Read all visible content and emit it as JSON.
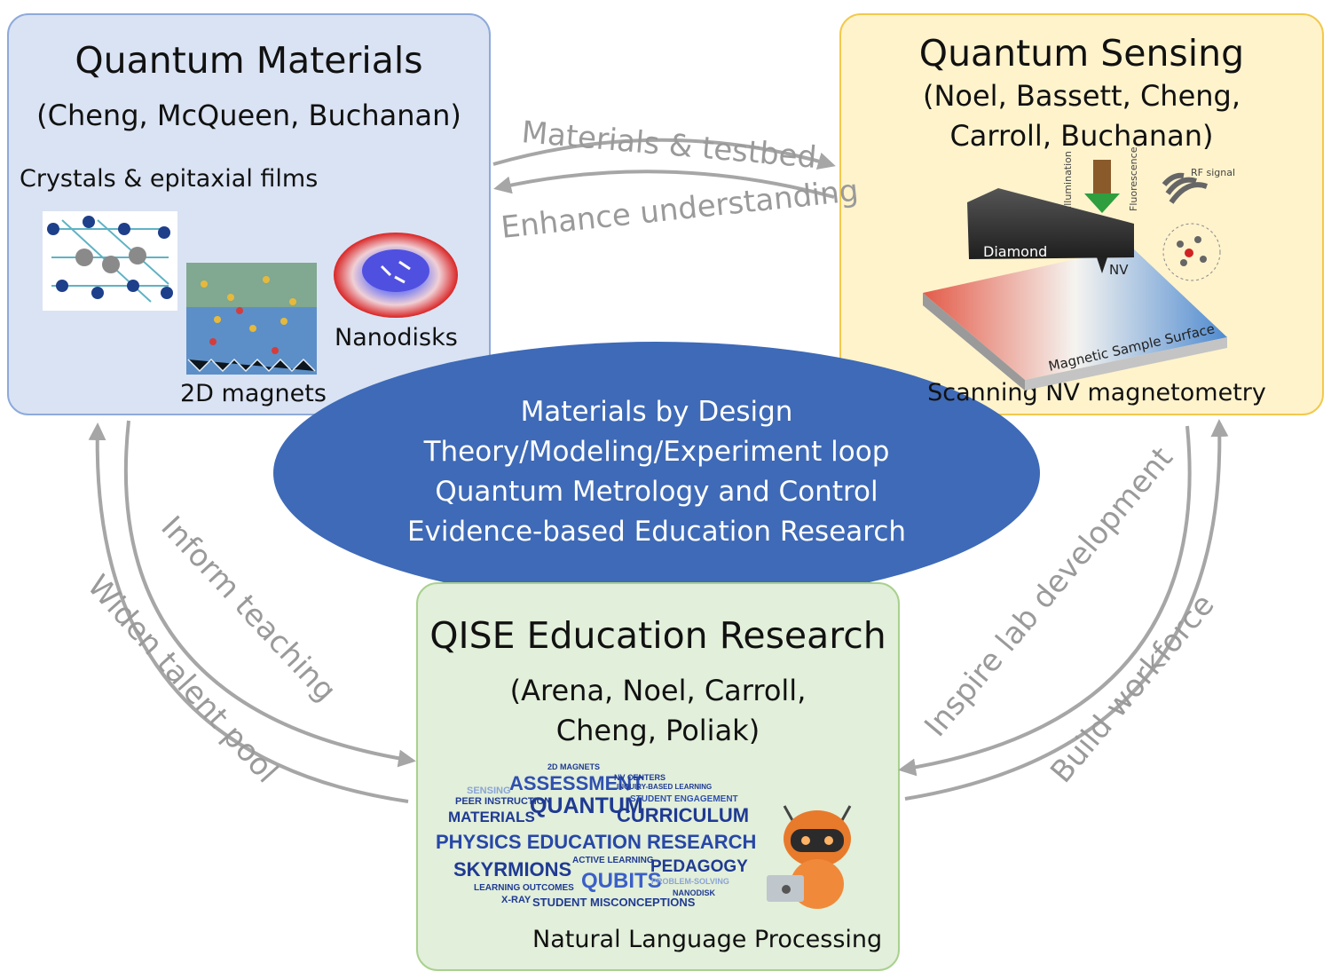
{
  "quantum_materials": {
    "title": "Quantum Materials",
    "people": "(Cheng, McQueen, Buchanan)",
    "subtitle": "Crystals & epitaxial films",
    "label_2d": "2D magnets",
    "label_nanodisks": "Nanodisks"
  },
  "quantum_sensing": {
    "title": "Quantum Sensing",
    "people_line1": "(Noel, Bassett, Cheng,",
    "people_line2": "Carroll, Buchanan)",
    "caption": "Scanning NV magnetometry",
    "label_diamond": "Diamond",
    "label_nv": "NV",
    "label_illumination": "Illumination",
    "label_fluorescence": "Fluorescence",
    "label_rf": "RF signal",
    "label_surface": "Magnetic Sample Surface"
  },
  "education": {
    "title": "QISE Education Research",
    "people_line1": "(Arena, Noel, Carroll,",
    "people_line2": "Cheng, Poliak)",
    "caption": "Natural Language Processing"
  },
  "center": {
    "line1": "Materials by Design",
    "line2": "Theory/Modeling/Experiment loop",
    "line3": "Quantum Metrology and Control",
    "line4": "Evidence-based Education Research"
  },
  "arrows": {
    "top_forward": "Materials & testbed",
    "top_back": "Enhance understanding",
    "left_inner": "Inform teaching",
    "left_outer": "Widen talent pool",
    "right_inner": "Inspire lab development",
    "right_outer": "Build workforce"
  },
  "word_cloud": {
    "words": [
      {
        "text": "ASSESSMENT",
        "color": "#2f4fb0"
      },
      {
        "text": "QUANTUM",
        "color": "#1f3a93"
      },
      {
        "text": "CURRICULUM",
        "color": "#1f3a93"
      },
      {
        "text": "PHYSICS EDUCATION RESEARCH",
        "color": "#2747a8"
      },
      {
        "text": "SKYRMIONS",
        "color": "#1f3a93"
      },
      {
        "text": "QUBITS",
        "color": "#3b5fc7"
      },
      {
        "text": "PEDAGOGY",
        "color": "#1f3a93"
      },
      {
        "text": "MATERIALS",
        "color": "#1f3a93"
      },
      {
        "text": "PEER INSTRUCTION",
        "color": "#1f3a93"
      },
      {
        "text": "STUDENT MISCONCEPTIONS",
        "color": "#1f3a93"
      },
      {
        "text": "LEARNING OUTCOMES",
        "color": "#1f3a93"
      },
      {
        "text": "ACTIVE LEARNING",
        "color": "#1f3a93"
      },
      {
        "text": "STUDENT ENGAGEMENT",
        "color": "#2f4fb0"
      },
      {
        "text": "INQUIRY-BASED LEARNING",
        "color": "#1f3a93"
      },
      {
        "text": "NV CENTERS",
        "color": "#1f3a93"
      },
      {
        "text": "2D MAGNETS",
        "color": "#1f3a93"
      },
      {
        "text": "SENSING",
        "color": "#8aa4d6"
      },
      {
        "text": "X-RAY",
        "color": "#1f3a93"
      },
      {
        "text": "NANODISK",
        "color": "#1f3a93"
      },
      {
        "text": "PROBLEM-SOLVING",
        "color": "#8aa4d6"
      }
    ]
  },
  "colors": {
    "materials_fill": "#dae3f3",
    "sensing_fill": "#fff3cc",
    "education_fill": "#e2efda",
    "center_fill": "#3e6ab7",
    "arrow_gray": "#a6a6a6"
  }
}
